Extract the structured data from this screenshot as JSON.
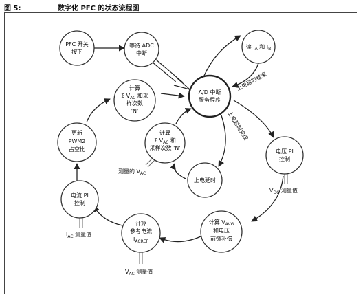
{
  "figure": {
    "label": "图 5:",
    "title": "数字化 PFC 的状态流程图"
  },
  "nodes": {
    "pfc_switch": {
      "line1": "PFC 开关",
      "line2": "按下"
    },
    "wait_adc": {
      "line1": "等待 ADC",
      "line2": "中断"
    },
    "read_ia_ib": {
      "pre": "读 I",
      "sub1": "A",
      "mid": " 和 I",
      "sub2": "B"
    },
    "ad_isr": {
      "line1": "A/D 中断",
      "line2": "服务程序"
    },
    "calc_sum_vac": {
      "line1": "计算",
      "l2_sigma": "Σ V",
      "l2_sub": "AC",
      "l2_rest": " 和采",
      "line3": "样次数",
      "line4": "'N'"
    },
    "calc_sum_vac_inner": {
      "line1": "计算",
      "l2_sigma": "Σ V",
      "l2_sub": "AC",
      "l2_rest": " 和",
      "line3": "采样次数 'N'"
    },
    "update_pwm2": {
      "line1": "更新",
      "line2": "PWM2",
      "line3": "占空比"
    },
    "voltage_pi": {
      "line1": "电压 PI",
      "line2": "控制"
    },
    "powerup_delay": {
      "line1": "上电延时"
    },
    "current_pi": {
      "line1": "电流 PI",
      "line2": "控制"
    },
    "calc_iacref": {
      "line1": "计算",
      "line2": "参考电流",
      "l3_pre": "I",
      "l3_sub": "ACREF"
    },
    "calc_vavg": {
      "l1_pre": "计算 V",
      "l1_sub": "AVG",
      "line2": "和电压",
      "line3": "前馈补偿"
    }
  },
  "edge_labels": {
    "powerup_done": "上电延时结束",
    "powerup_not_done": "上电延时完成"
  },
  "inputs": {
    "measured_vac": {
      "pre": "测量的 V",
      "sub": "AC"
    },
    "vdc_measured": {
      "pre": "V",
      "sub": "DC",
      "post": " 测量值"
    },
    "iac_measured": {
      "pre": "I",
      "sub": "AC",
      "post": " 测量值"
    },
    "vac_measured": {
      "pre": "V",
      "sub": "AC",
      "post": " 测量值"
    }
  }
}
